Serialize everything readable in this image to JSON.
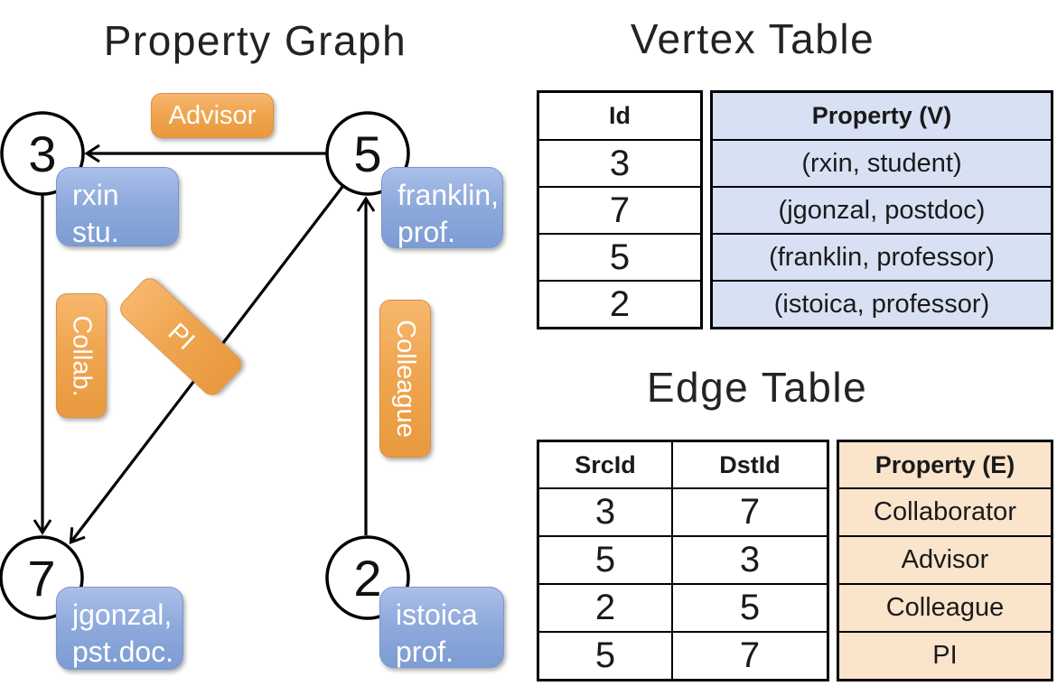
{
  "graph": {
    "title": "Property Graph",
    "nodes": [
      {
        "id": "3",
        "label_lines": [
          "rxin",
          "stu."
        ]
      },
      {
        "id": "5",
        "label_lines": [
          "franklin,",
          "prof."
        ]
      },
      {
        "id": "7",
        "label_lines": [
          "jgonzal,",
          "pst.doc."
        ]
      },
      {
        "id": "2",
        "label_lines": [
          "istoica",
          "prof."
        ]
      }
    ],
    "edge_labels": {
      "advisor": "Advisor",
      "collab": "Collab.",
      "pi": "PI",
      "colleague": "Colleague"
    }
  },
  "vertex_table": {
    "title": "Vertex Table",
    "headers": {
      "id": "Id",
      "property": "Property (V)"
    },
    "rows": [
      {
        "id": "3",
        "property": "(rxin, student)"
      },
      {
        "id": "7",
        "property": "(jgonzal, postdoc)"
      },
      {
        "id": "5",
        "property": "(franklin, professor)"
      },
      {
        "id": "2",
        "property": "(istoica, professor)"
      }
    ]
  },
  "edge_table": {
    "title": "Edge Table",
    "headers": {
      "src": "SrcId",
      "dst": "DstId",
      "property": "Property (E)"
    },
    "rows": [
      {
        "src": "3",
        "dst": "7",
        "property": "Collaborator"
      },
      {
        "src": "5",
        "dst": "3",
        "property": "Advisor"
      },
      {
        "src": "2",
        "dst": "5",
        "property": "Colleague"
      },
      {
        "src": "5",
        "dst": "7",
        "property": "PI"
      }
    ]
  },
  "colors": {
    "edge_label_orange": "#efa54e",
    "vertex_prop_blue": "#8faadc",
    "vertex_table_fill": "#d8e1f3",
    "edge_table_fill": "#fae4cc",
    "line_black": "#000000"
  }
}
